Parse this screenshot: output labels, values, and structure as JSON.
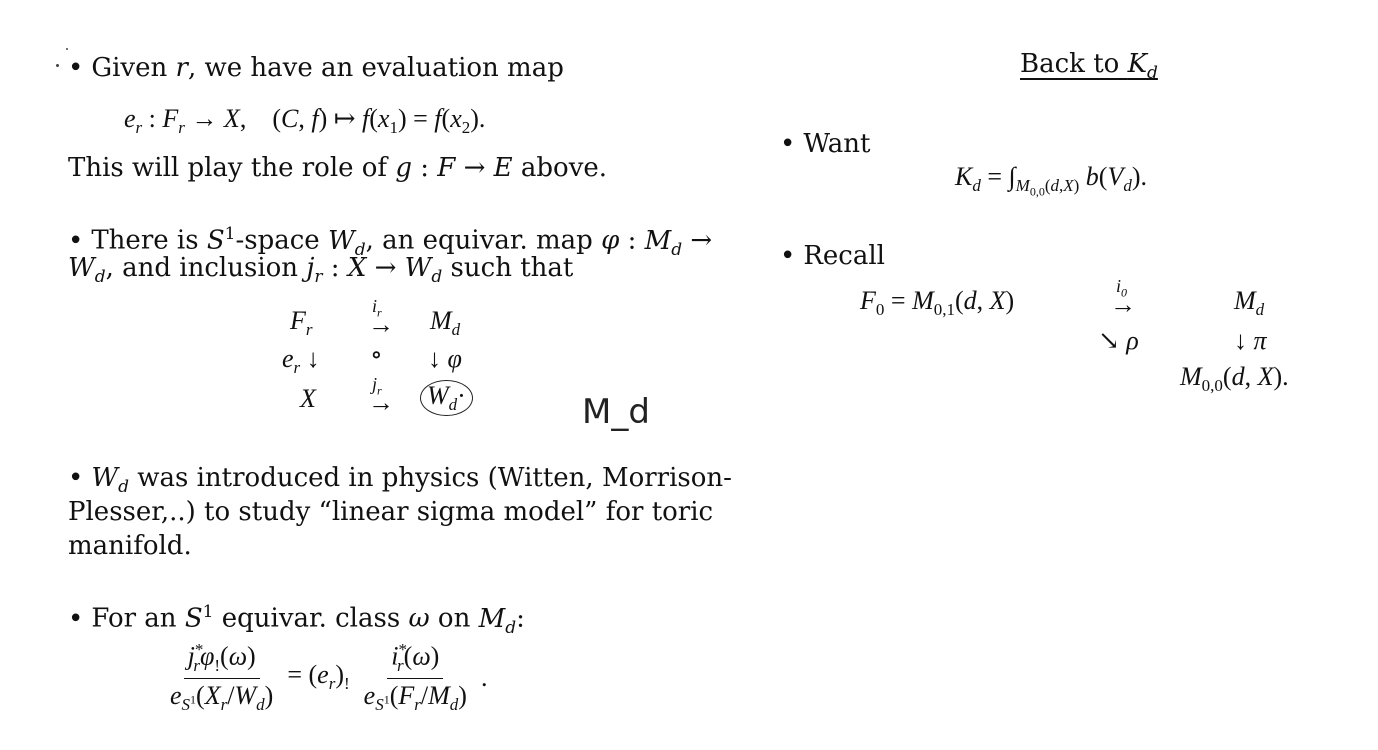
{
  "left": {
    "b1_intro": "Given r, we have an evaluation map",
    "b1_formula": "e_r : F_r → X, (C,f) ↦ f(x_1) = f(x_2).",
    "b1_role": "This will play the role of g : F → E above.",
    "b2_line1": "There is S¹-space W_d, an equivar. map φ : M_d →",
    "b2_line2": "W_d, and inclusion j_r : X → W_d such that",
    "handwritten_note": "M_d",
    "b3_line1": "W_d was introduced in physics (Witten, Morrison-",
    "b3_line2": "Plesser,..) to study “linear sigma model” for toric",
    "b3_line3": "manifold.",
    "b4_intro": "For an S¹ equivar. class ω on M_d:"
  },
  "right": {
    "heading": "Back to K_d",
    "want": "Want",
    "want_formula": "K_d = ∫_{M_{0,0}(d,X)} b(V_d).",
    "recall": "Recall"
  }
}
